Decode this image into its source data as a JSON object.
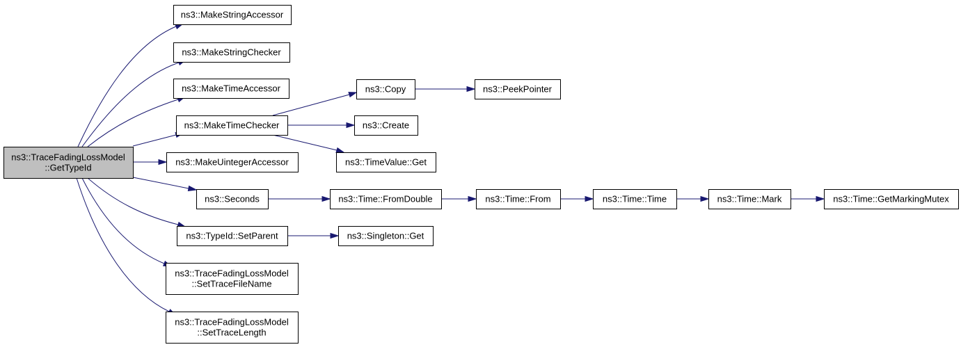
{
  "graph": {
    "nodes": [
      {
        "id": "root",
        "lines": [
          "ns3::TraceFadingLossModel",
          "::GetTypeId"
        ],
        "root": true
      },
      {
        "id": "makeStringAccessor",
        "lines": [
          "ns3::MakeStringAccessor"
        ]
      },
      {
        "id": "makeStringChecker",
        "lines": [
          "ns3::MakeStringChecker"
        ]
      },
      {
        "id": "makeTimeAccessor",
        "lines": [
          "ns3::MakeTimeAccessor"
        ]
      },
      {
        "id": "makeTimeChecker",
        "lines": [
          "ns3::MakeTimeChecker"
        ]
      },
      {
        "id": "makeUintegerAccessor",
        "lines": [
          "ns3::MakeUintegerAccessor"
        ]
      },
      {
        "id": "seconds",
        "lines": [
          "ns3::Seconds"
        ]
      },
      {
        "id": "setParent",
        "lines": [
          "ns3::TypeId::SetParent"
        ]
      },
      {
        "id": "setTraceFileName",
        "lines": [
          "ns3::TraceFadingLossModel",
          "::SetTraceFileName"
        ]
      },
      {
        "id": "setTraceLength",
        "lines": [
          "ns3::TraceFadingLossModel",
          "::SetTraceLength"
        ]
      },
      {
        "id": "copy",
        "lines": [
          "ns3::Copy"
        ]
      },
      {
        "id": "peekPointer",
        "lines": [
          "ns3::PeekPointer"
        ]
      },
      {
        "id": "create",
        "lines": [
          "ns3::Create"
        ]
      },
      {
        "id": "timeValueGet",
        "lines": [
          "ns3::TimeValue::Get"
        ]
      },
      {
        "id": "fromDouble",
        "lines": [
          "ns3::Time::FromDouble"
        ]
      },
      {
        "id": "timeFrom",
        "lines": [
          "ns3::Time::From"
        ]
      },
      {
        "id": "timeTime",
        "lines": [
          "ns3::Time::Time"
        ]
      },
      {
        "id": "timeMark",
        "lines": [
          "ns3::Time::Mark"
        ]
      },
      {
        "id": "getMarkingMutex",
        "lines": [
          "ns3::Time::GetMarkingMutex"
        ]
      },
      {
        "id": "singletonGet",
        "lines": [
          "ns3::Singleton::Get"
        ]
      }
    ],
    "edges": [
      {
        "from": "root",
        "to": "makeStringAccessor"
      },
      {
        "from": "root",
        "to": "makeStringChecker"
      },
      {
        "from": "root",
        "to": "makeTimeAccessor"
      },
      {
        "from": "root",
        "to": "makeTimeChecker"
      },
      {
        "from": "root",
        "to": "makeUintegerAccessor"
      },
      {
        "from": "root",
        "to": "seconds"
      },
      {
        "from": "root",
        "to": "setParent"
      },
      {
        "from": "root",
        "to": "setTraceFileName"
      },
      {
        "from": "root",
        "to": "setTraceLength"
      },
      {
        "from": "makeTimeChecker",
        "to": "copy"
      },
      {
        "from": "makeTimeChecker",
        "to": "create"
      },
      {
        "from": "makeTimeChecker",
        "to": "timeValueGet"
      },
      {
        "from": "copy",
        "to": "peekPointer"
      },
      {
        "from": "seconds",
        "to": "fromDouble"
      },
      {
        "from": "fromDouble",
        "to": "timeFrom"
      },
      {
        "from": "timeFrom",
        "to": "timeTime"
      },
      {
        "from": "timeTime",
        "to": "timeMark"
      },
      {
        "from": "timeMark",
        "to": "getMarkingMutex"
      },
      {
        "from": "setParent",
        "to": "singletonGet"
      }
    ]
  }
}
